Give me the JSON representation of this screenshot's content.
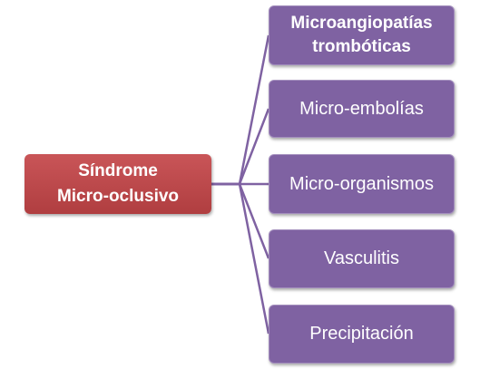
{
  "root": {
    "line1": "Síndrome",
    "line2": "Micro-oclusivo",
    "color": "#b94749"
  },
  "children": [
    {
      "line1": "Microangiopatías",
      "line2": "trombóticas"
    },
    {
      "label": "Micro-embolías"
    },
    {
      "label": "Micro-organismos"
    },
    {
      "label": "Vasculitis"
    },
    {
      "label": "Precipitación"
    }
  ],
  "colors": {
    "child_fill": "#7f62a2",
    "connector": "#7f62a2"
  }
}
